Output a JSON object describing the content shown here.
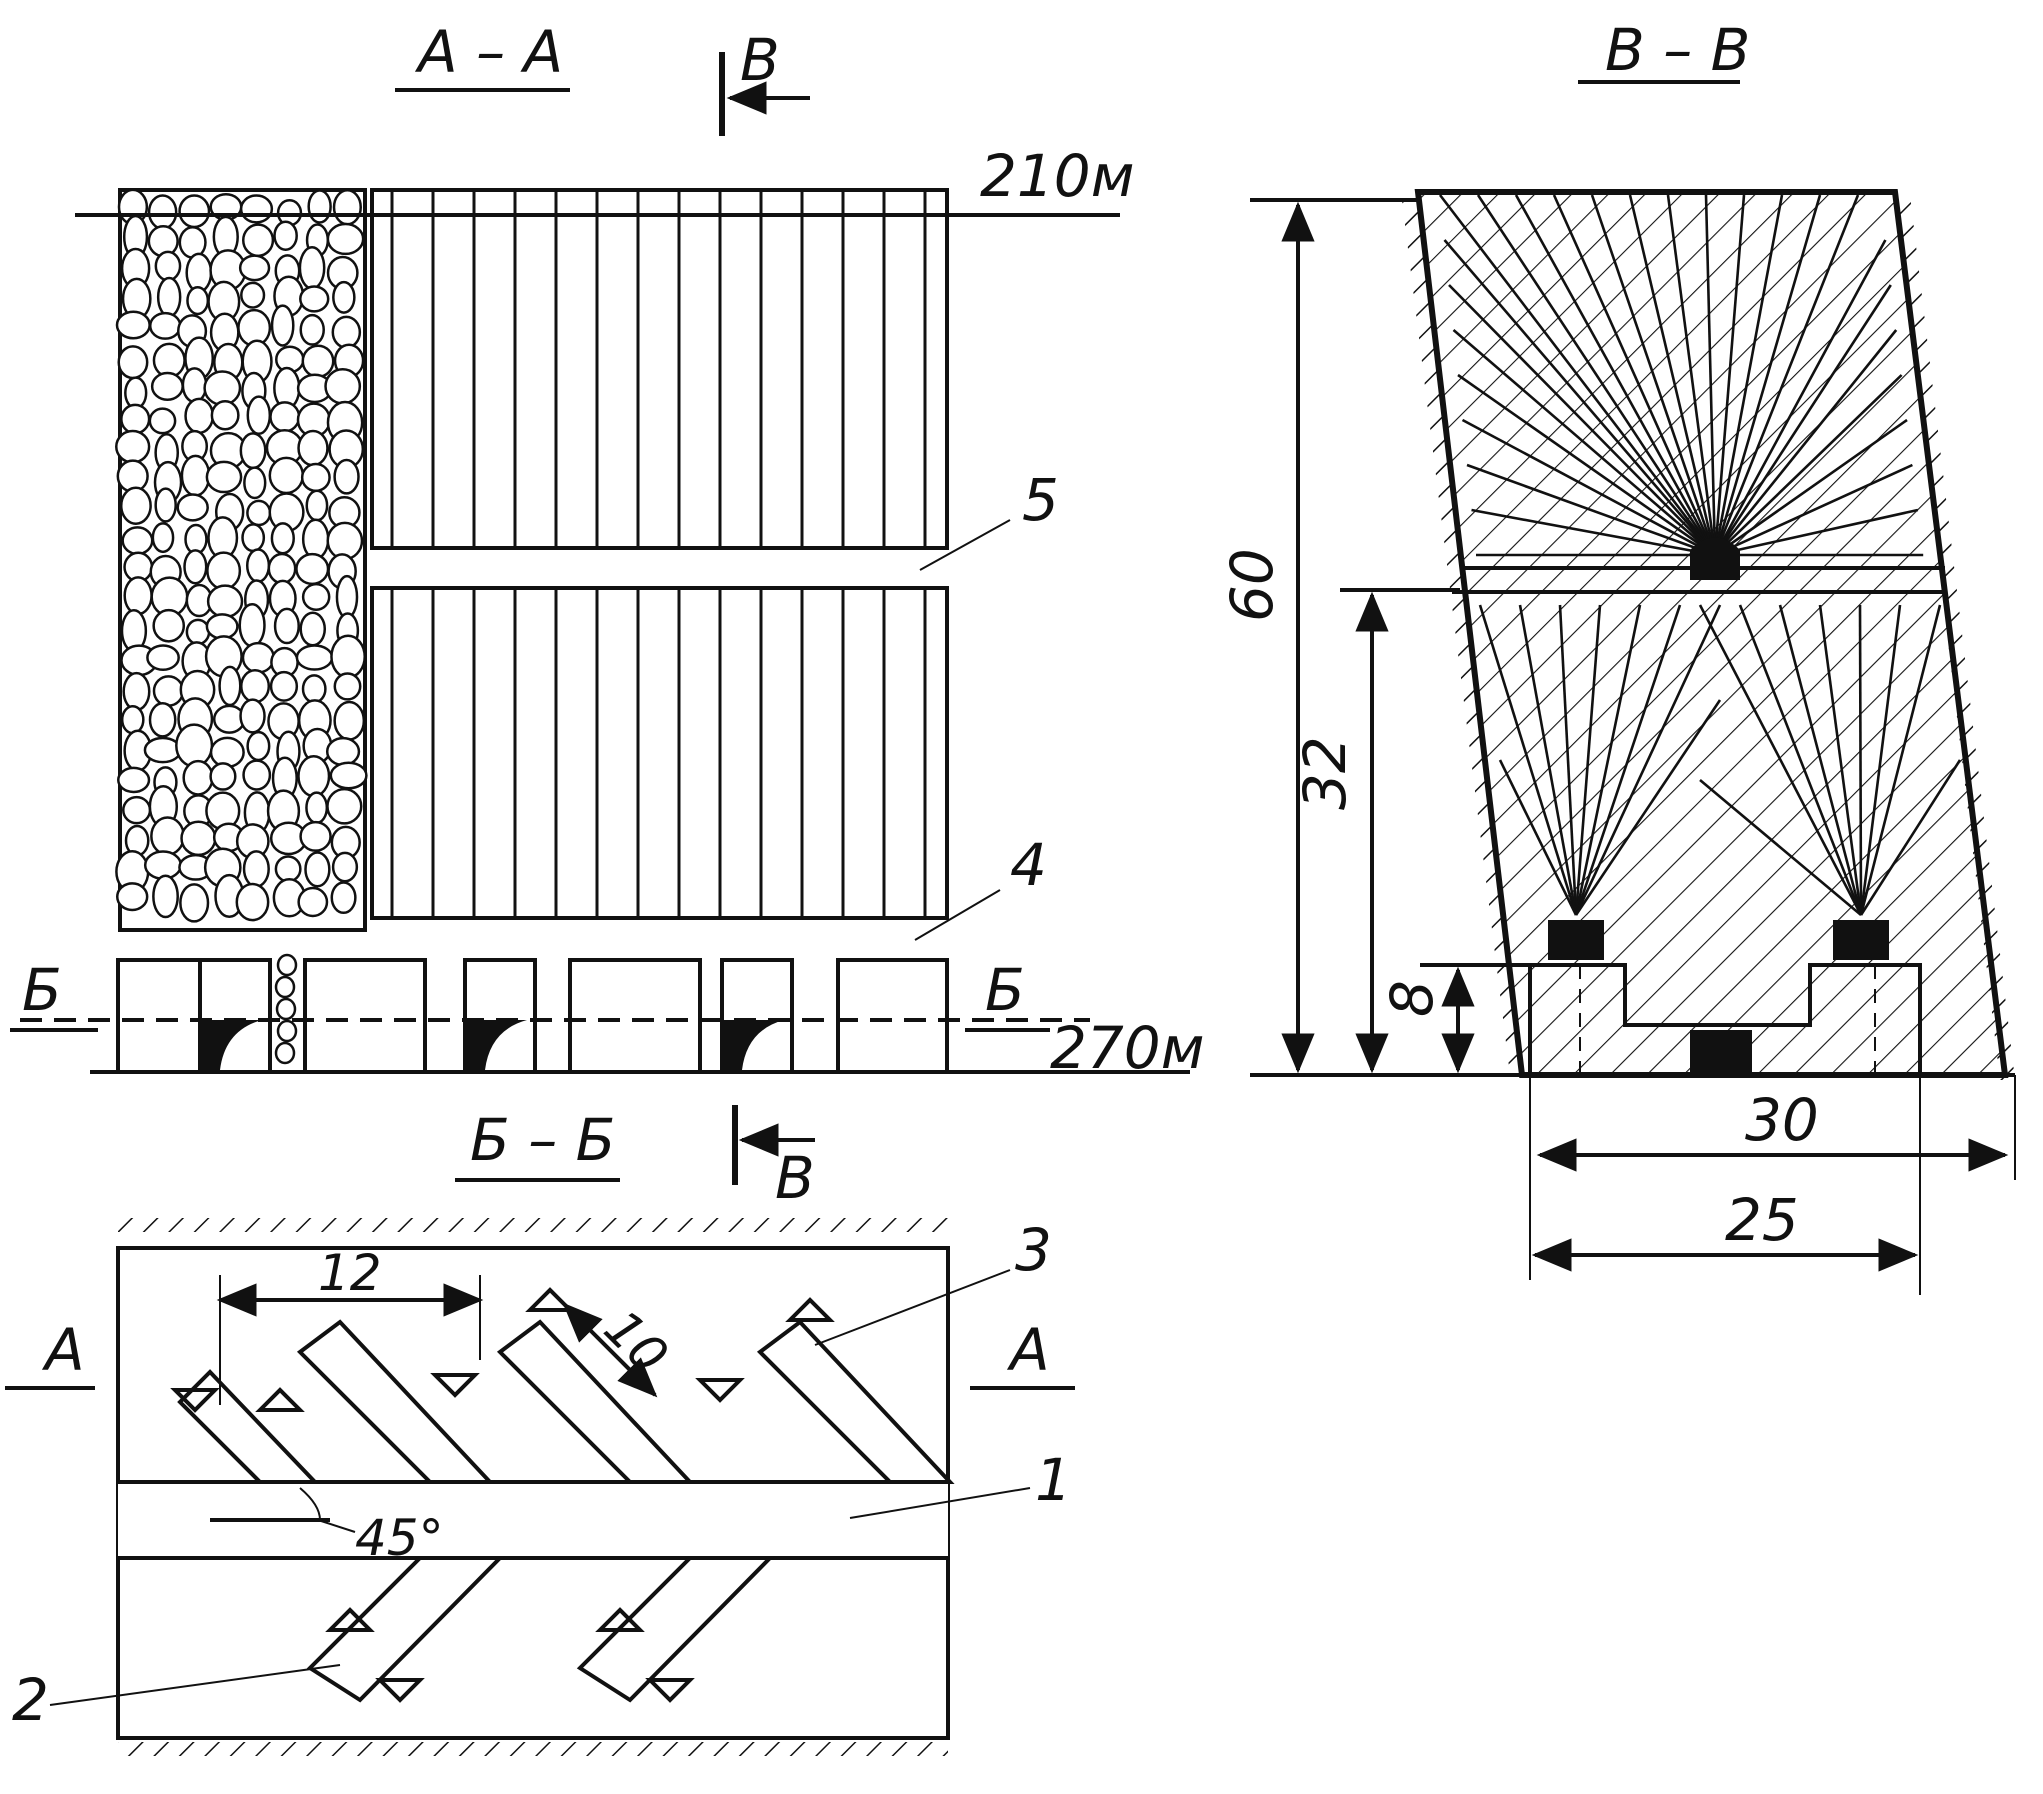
{
  "sections": {
    "aa": "А – А",
    "bb": "Б – Б",
    "vv": "В – В"
  },
  "markers": {
    "v": "В",
    "b": "Б",
    "a": "А"
  },
  "levels": {
    "top": "210м",
    "bottom": "270м"
  },
  "callouts": [
    "1",
    "2",
    "3",
    "4",
    "5"
  ],
  "dimensions": {
    "height_total": "60",
    "height_mid": "32",
    "height_low": "8",
    "width_top": "30",
    "width_bottom": "25",
    "spacing": "12",
    "drift_length": "10",
    "angle": "45°"
  }
}
